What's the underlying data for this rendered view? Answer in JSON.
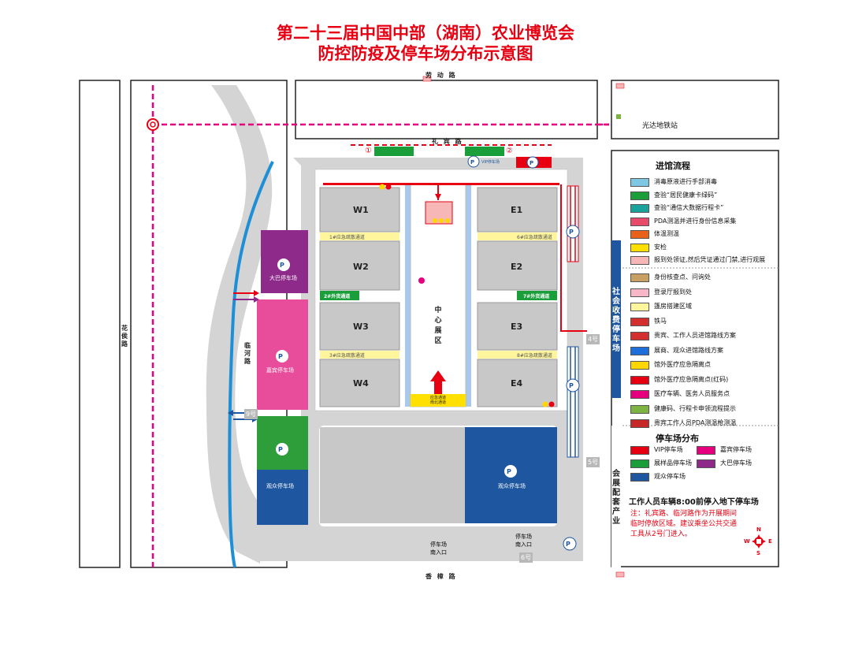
{
  "title": {
    "line1": "第二十三届中国中部（湖南）农业博览会",
    "line2": "防控防疫及停车场分布示意图"
  },
  "roads": {
    "north": "劳 动 路",
    "south": "香 樟 路",
    "west": "花侯路",
    "linhe": "临河路",
    "libin": "礼 宾 路"
  },
  "metro": {
    "station": "光达地铁站"
  },
  "halls": {
    "w1": "W1",
    "w2": "W2",
    "w3": "W3",
    "w4": "W4",
    "e1": "E1",
    "e2": "E2",
    "e3": "E3",
    "e4": "E4"
  },
  "center": "中心展区",
  "lanes": {
    "w_emergency1": "1#应急疏散通道",
    "e_emergency6": "6#应急疏散通道",
    "w_cargo2": "2#外货通道",
    "e_cargo7": "7#外货通道",
    "w_emergency3": "3#应急疏散通道",
    "e_emergency8": "8#应急疏散通道"
  },
  "markers": {
    "gate1": "①",
    "gate2": "②"
  },
  "entrances": {
    "vip": "VIP停车场",
    "center_bottom": "应急通道\n南北通道"
  },
  "gates": {
    "g4": "4号",
    "g5": "5号",
    "g6": "6号",
    "g9": "9号"
  },
  "parking": {
    "bus": "大巴停车场",
    "guest": "嘉宾停车场",
    "visitor_green": "观众停车场",
    "visitor_main": "观众停车场",
    "south_entrance": "停车场\n南入口",
    "south_entrance2": "停车场\n南入口"
  },
  "side_labels": {
    "social": "社会收费停车场",
    "expo": "会展配套产业"
  },
  "legend": {
    "flow_title": "进馆流程",
    "flow_items": [
      {
        "label": "消毒原液进行手部消毒",
        "color": "#7ec8e3"
      },
      {
        "label": "查验“居民健康卡绿码”",
        "color": "#1a9e3a"
      },
      {
        "label": "查验“通信大数据行程卡”",
        "color": "#1aa39a"
      },
      {
        "label": "PDA测温并进行身份信息采集",
        "color": "#e84b6a"
      },
      {
        "label": "体温测温",
        "color": "#e8601a"
      },
      {
        "label": "安检",
        "color": "#ffe000"
      },
      {
        "label": "报到处领证,然后凭证通过门禁,进行观展",
        "color": "#f7b7b7"
      }
    ],
    "other_items": [
      {
        "label": "身份核查点、问询处",
        "color": "#c8a064"
      },
      {
        "label": "登录厅报到处",
        "color": "#f7b7c7"
      },
      {
        "label": "篷房搭建区域",
        "color": "#fff59d"
      },
      {
        "label": "铁马",
        "color": "#d32f2f"
      },
      {
        "label": "贵宾、工作人员进馆路线方案",
        "color": "#d32f2f"
      },
      {
        "label": "展商、观众进馆路线方案",
        "color": "#1e6fd9"
      },
      {
        "label": "馆外医疗应急隔离点",
        "color": "#ffd600"
      },
      {
        "label": "馆外医疗应急隔离点(红码)",
        "color": "#e60012"
      },
      {
        "label": "医疗车辆、医务人员服务点",
        "color": "#e6007e"
      },
      {
        "label": "健康码、行程卡申领流程提示",
        "color": "#7cb342"
      },
      {
        "label": "贵宾工作人员PDA测温枪测温",
        "color": "#c62828"
      }
    ],
    "parking_title": "停车场分布",
    "parking_items": [
      {
        "label": "VIP停车场",
        "color": "#e60012"
      },
      {
        "label": "嘉宾停车场",
        "color": "#e6007e"
      },
      {
        "label": "展样品停车场",
        "color": "#1a9e3a"
      },
      {
        "label": "大巴停车场",
        "color": "#8e2a8a"
      },
      {
        "label": "观众停车场",
        "color": "#1e56a0"
      }
    ],
    "staff": "工作人员车辆8:00前停入地下停车场",
    "note_lines": [
      "注：礼宾路、临河路作为开展期间",
      "临时停放区域。建议乘坐公共交通",
      "工具从2号门进入。"
    ]
  },
  "compass": {
    "n": "N",
    "s": "S",
    "w": "W",
    "e": "E"
  },
  "colors": {
    "title": "#e60012",
    "hall": "#c8c8c8",
    "road": "#d4d4d4",
    "bus": "#8e2a8a",
    "guest": "#e84d9c",
    "green": "#2e9e3a",
    "blue": "#1e56a0",
    "river": "#1e8fd6",
    "metro_line": "#e6007e"
  }
}
